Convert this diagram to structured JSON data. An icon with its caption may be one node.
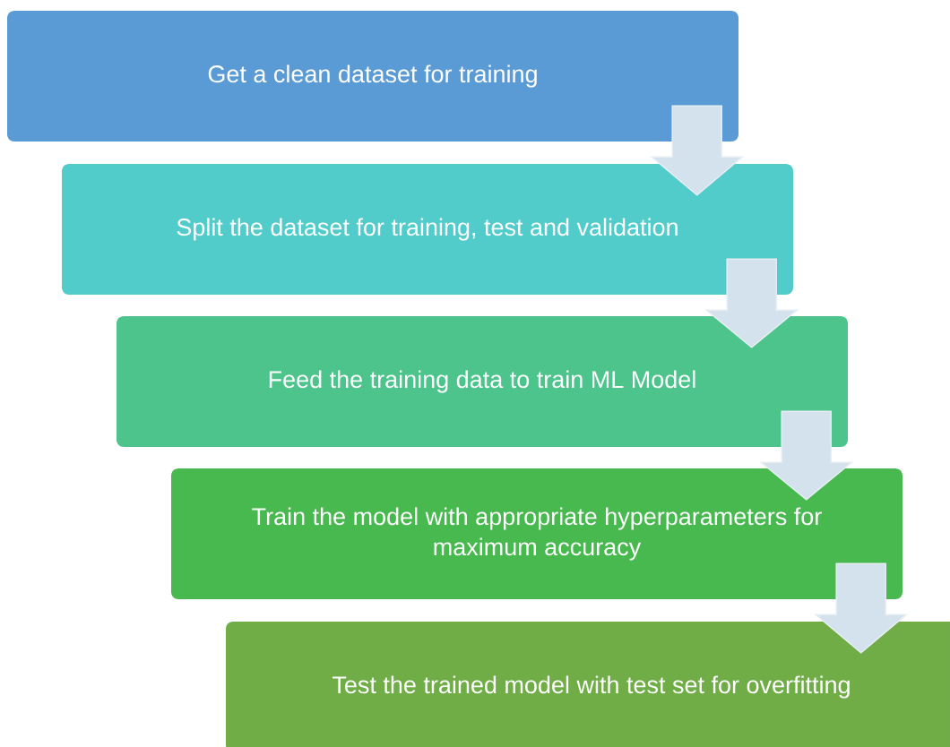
{
  "diagram": {
    "nodes": [
      {
        "text": [
          "Get a clean dataset for training"
        ]
      },
      {
        "text": [
          "Split the dataset for training, test and validation"
        ]
      },
      {
        "text": [
          "Feed the training data to train ML Model"
        ]
      },
      {
        "text": [
          "Train the model with appropriate hyperparameters for maximum accuracy"
        ]
      },
      {
        "text": [
          "Test the trained model with test set for overfitting"
        ]
      }
    ],
    "edges": [
      {
        "from": 0,
        "to": 1,
        "arrow": "to"
      },
      {
        "from": 1,
        "to": 2,
        "arrow": "to"
      },
      {
        "from": 2,
        "to": 3,
        "arrow": "to"
      },
      {
        "from": 3,
        "to": 4,
        "arrow": "to"
      }
    ]
  }
}
